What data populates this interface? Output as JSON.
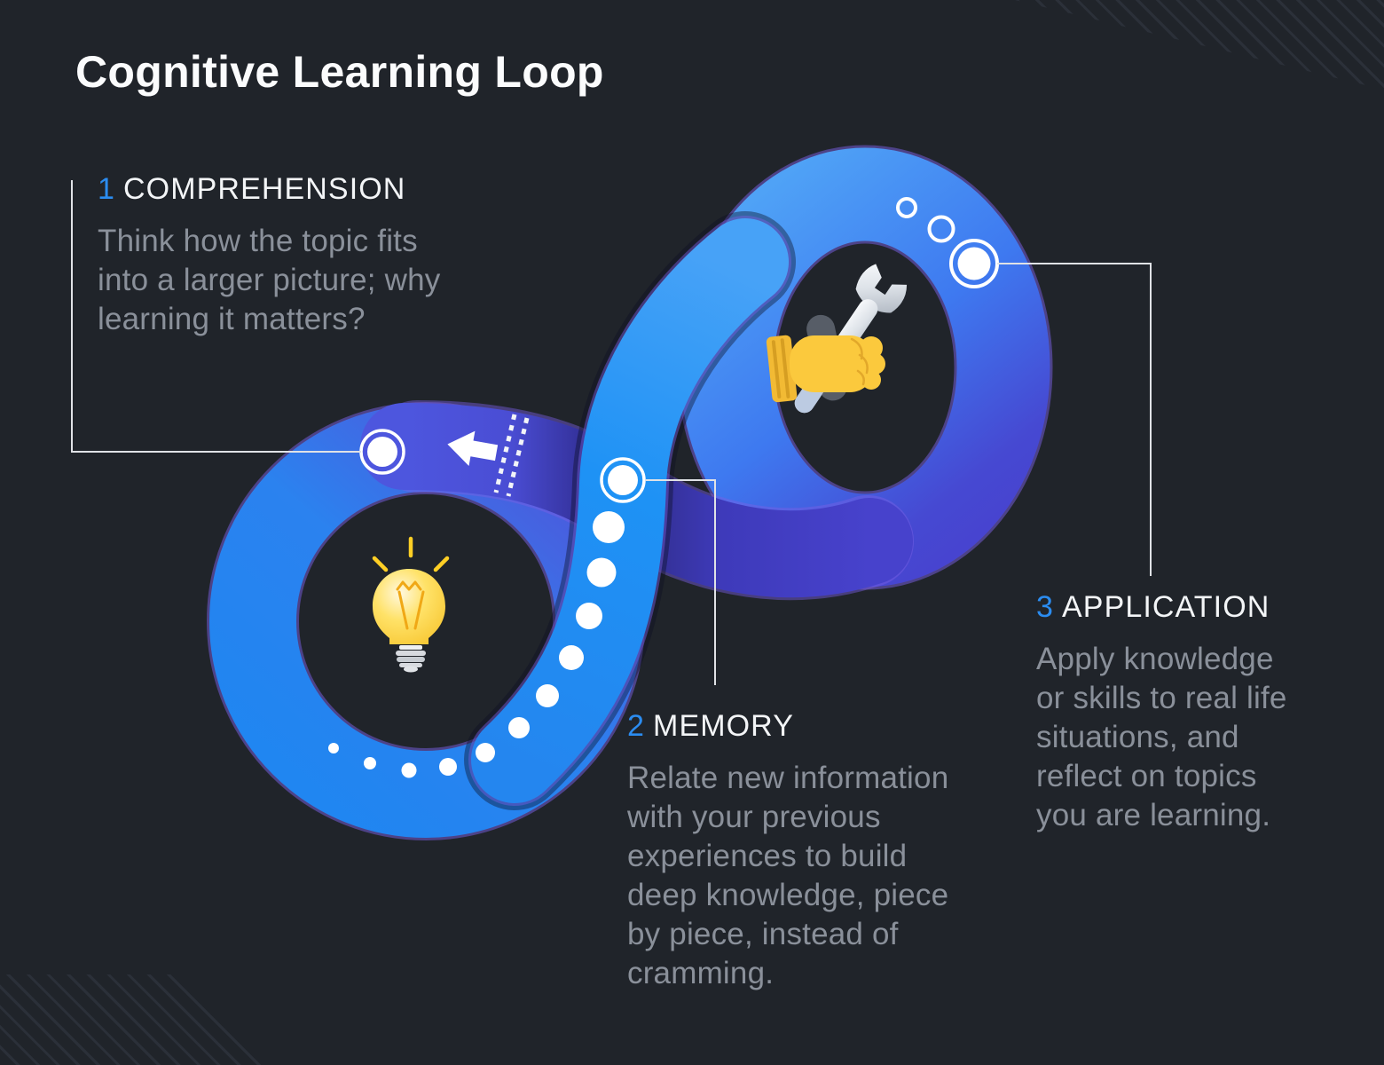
{
  "title": "Cognitive Learning Loop",
  "sections": [
    {
      "number": "1",
      "label": "COMPREHENSION",
      "lines": [
        "Think how the topic fits",
        "into a larger picture; why",
        "learning it matters?"
      ]
    },
    {
      "number": "2",
      "label": "MEMORY",
      "lines": [
        "Relate new information",
        "with your previous",
        "experiences to build",
        "deep knowledge, piece",
        "by piece, instead of",
        "cramming."
      ]
    },
    {
      "number": "3",
      "label": "APPLICATION",
      "lines": [
        "Apply knowledge",
        "or skills to real life",
        "situations, and",
        "reflect on topics",
        "you are learning."
      ]
    }
  ],
  "diagram": {
    "type": "infinity-loop",
    "arrow_direction": "left",
    "icons": [
      {
        "name": "lightbulb-icon",
        "loop": "left"
      },
      {
        "name": "fist-holding-wrench-icon",
        "loop": "right"
      }
    ],
    "markers": [
      {
        "step": "1",
        "position": "left-loop-top"
      },
      {
        "step": "2",
        "position": "center-crossing"
      },
      {
        "step": "3",
        "position": "right-loop-top"
      }
    ],
    "colors": {
      "background": "#20242A",
      "bright_blue": "#2B87F2",
      "indigo": "#4742CC",
      "accent_number_blue": "#2B8CF0",
      "header_white": "#F3F5F7",
      "body_gray": "#8A909A",
      "bulb_yellow": "#FFD94A",
      "glove_yellow": "#FBC93D"
    }
  }
}
